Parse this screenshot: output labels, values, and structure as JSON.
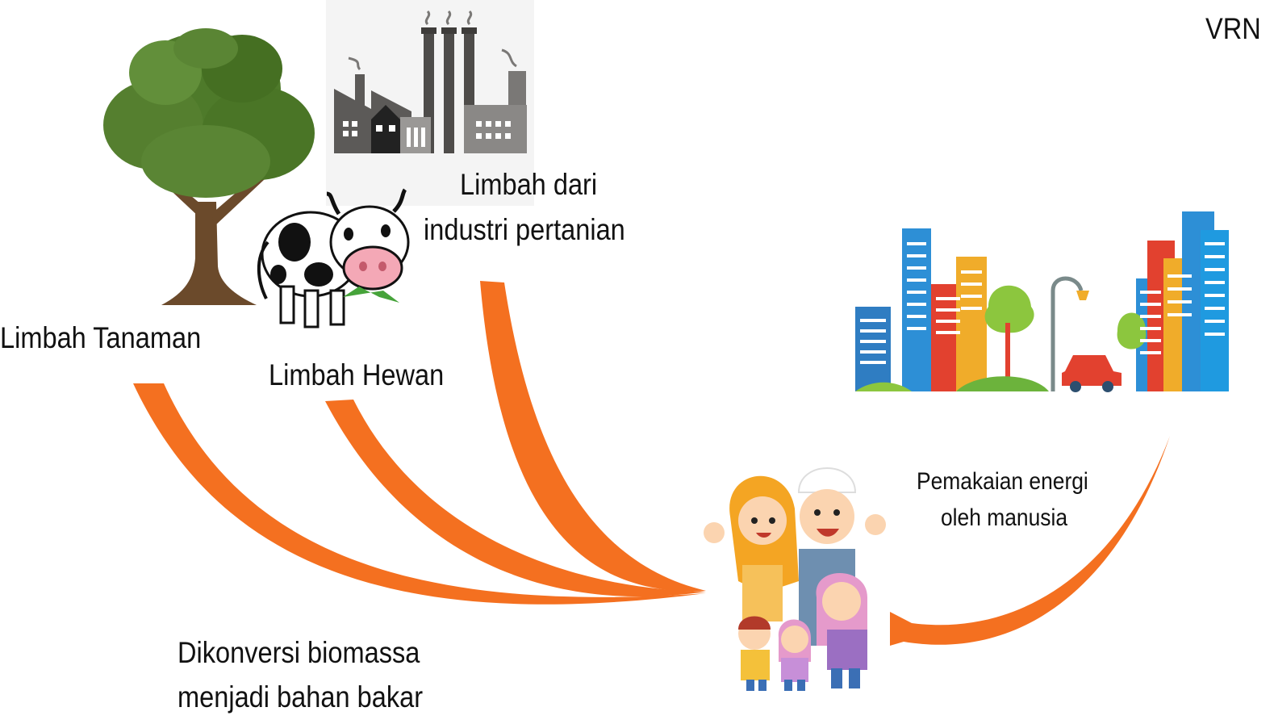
{
  "corner_label": "VRN",
  "labels": {
    "plant_waste": "Limbah Tanaman",
    "animal_waste": "Limbah Hewan",
    "agro_industry_line1": "Limbah dari",
    "agro_industry_line2": "industri pertanian",
    "conversion_line1": "Dikonversi biomassa",
    "conversion_line2": "menjadi bahan bakar",
    "energy_use_line1": "Pemakaian energi",
    "energy_use_line2": "oleh manusia"
  },
  "icons": [
    "tree-icon",
    "factory-icon",
    "cow-icon",
    "city-icon",
    "family-icon"
  ],
  "colors": {
    "arrow": "#f47020",
    "tree_leaf": "#4e7a2a",
    "tree_trunk": "#6b4a2b",
    "factory": "#5c5a58"
  }
}
